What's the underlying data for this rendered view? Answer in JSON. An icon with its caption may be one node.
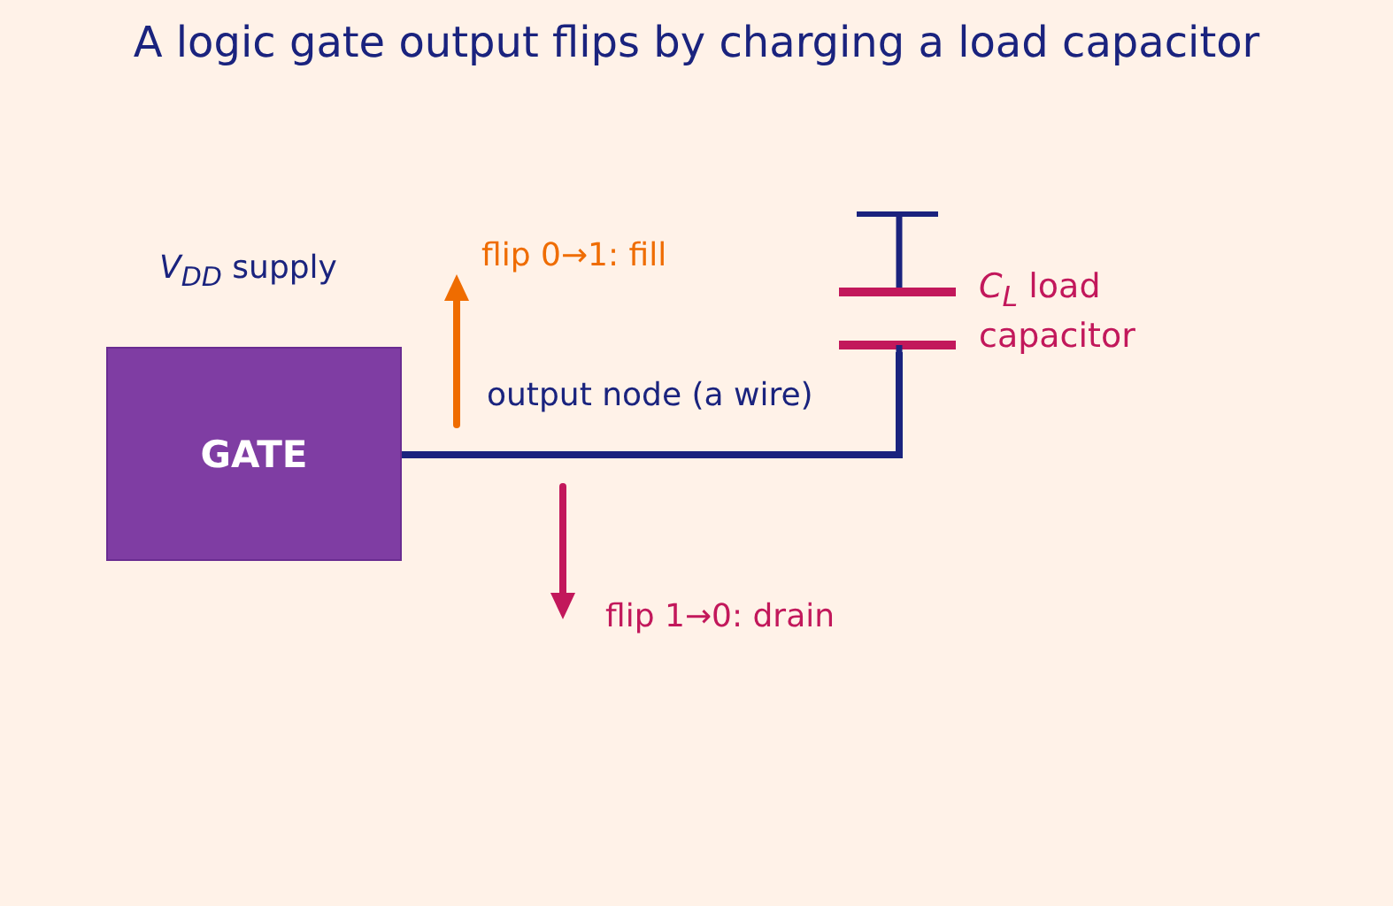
{
  "diagram": {
    "title": "A logic gate output flips by charging a load capacitor",
    "nodes": [
      {
        "text": [
          "GATE"
        ],
        "beside": [
          "*V*$_{DD}$ supply"
        ]
      },
      {
        "text": [
          "*C*$_{L}$ load capacitor"
        ]
      }
    ],
    "edges": [
      {
        "from": 0,
        "to": 1,
        "arrow": "none",
        "label": "output node (a wire)"
      }
    ],
    "labels": [
      "flip 0→1: fill",
      "flip 1→0: drain"
    ]
  }
}
